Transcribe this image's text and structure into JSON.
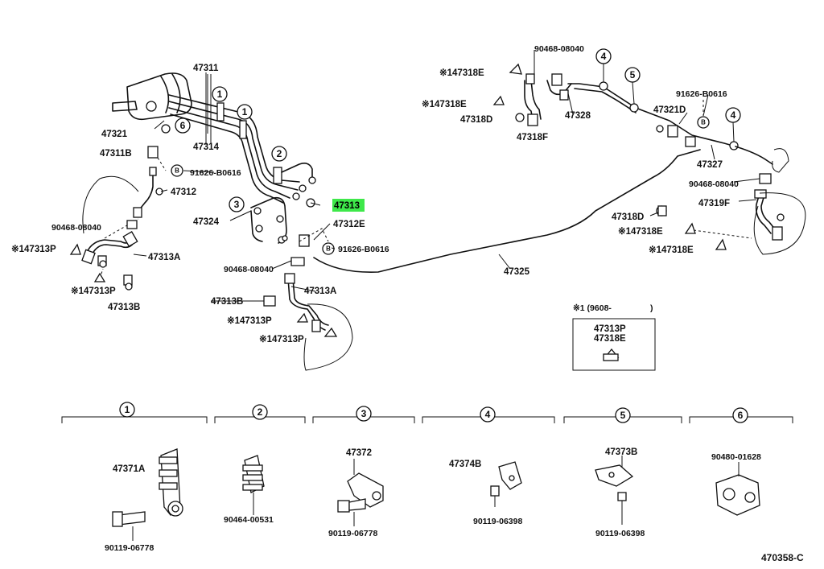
{
  "labels": {
    "l47311": "47311",
    "l47321": "47321",
    "l47314": "47314",
    "l47311B": "47311B",
    "l91626_a": "91626-B0616",
    "l47312": "47312",
    "l90468_a": "90468-08040",
    "l147313P_a": "※147313P",
    "l47313A_a": "47313A",
    "l147313P_b": "※147313P",
    "l47313B_a": "47313B",
    "l47313_hl": "47313",
    "l47324": "47324",
    "l47312E": "47312E",
    "l91626_b": "91626-B0616",
    "l90468_b": "90468-08040",
    "l47313A_b": "47313A",
    "l47313B_b": "47313B",
    "l147313P_c": "※147313P",
    "l147313P_d": "※147313P",
    "l47325": "47325",
    "l90468_c": "90468-08040",
    "l147318E_a": "※147318E",
    "l147318E_b": "※147318E",
    "l47318D_a": "47318D",
    "l47318F_a": "47318F",
    "l47328": "47328",
    "l91626_c": "91626-B0616",
    "l47321D": "47321D",
    "l47327": "47327",
    "l90468_d": "90468-08040",
    "l47319F": "47319F",
    "l47318D_b": "47318D",
    "l147318E_c": "※147318E",
    "l147318E_d": "※147318E",
    "note_head": "※1 (9608-",
    "note_close": ")",
    "note_47313P": "47313P",
    "note_47318E": "47318E",
    "g1_a": "47371A",
    "g1_b": "90119-06778",
    "g2_a": "90464-00531",
    "g3_a": "47372",
    "g3_b": "90119-06778",
    "g4_a": "47374B",
    "g4_b": "90119-06398",
    "g5_a": "47373B",
    "g5_b": "90119-06398",
    "g6_a": "90480-01628",
    "diagram_code": "470358-C"
  },
  "markers": {
    "one": "1",
    "two": "2",
    "three": "3",
    "four": "4",
    "five": "5",
    "six": "6"
  },
  "highlight_color": "#3ee84a"
}
